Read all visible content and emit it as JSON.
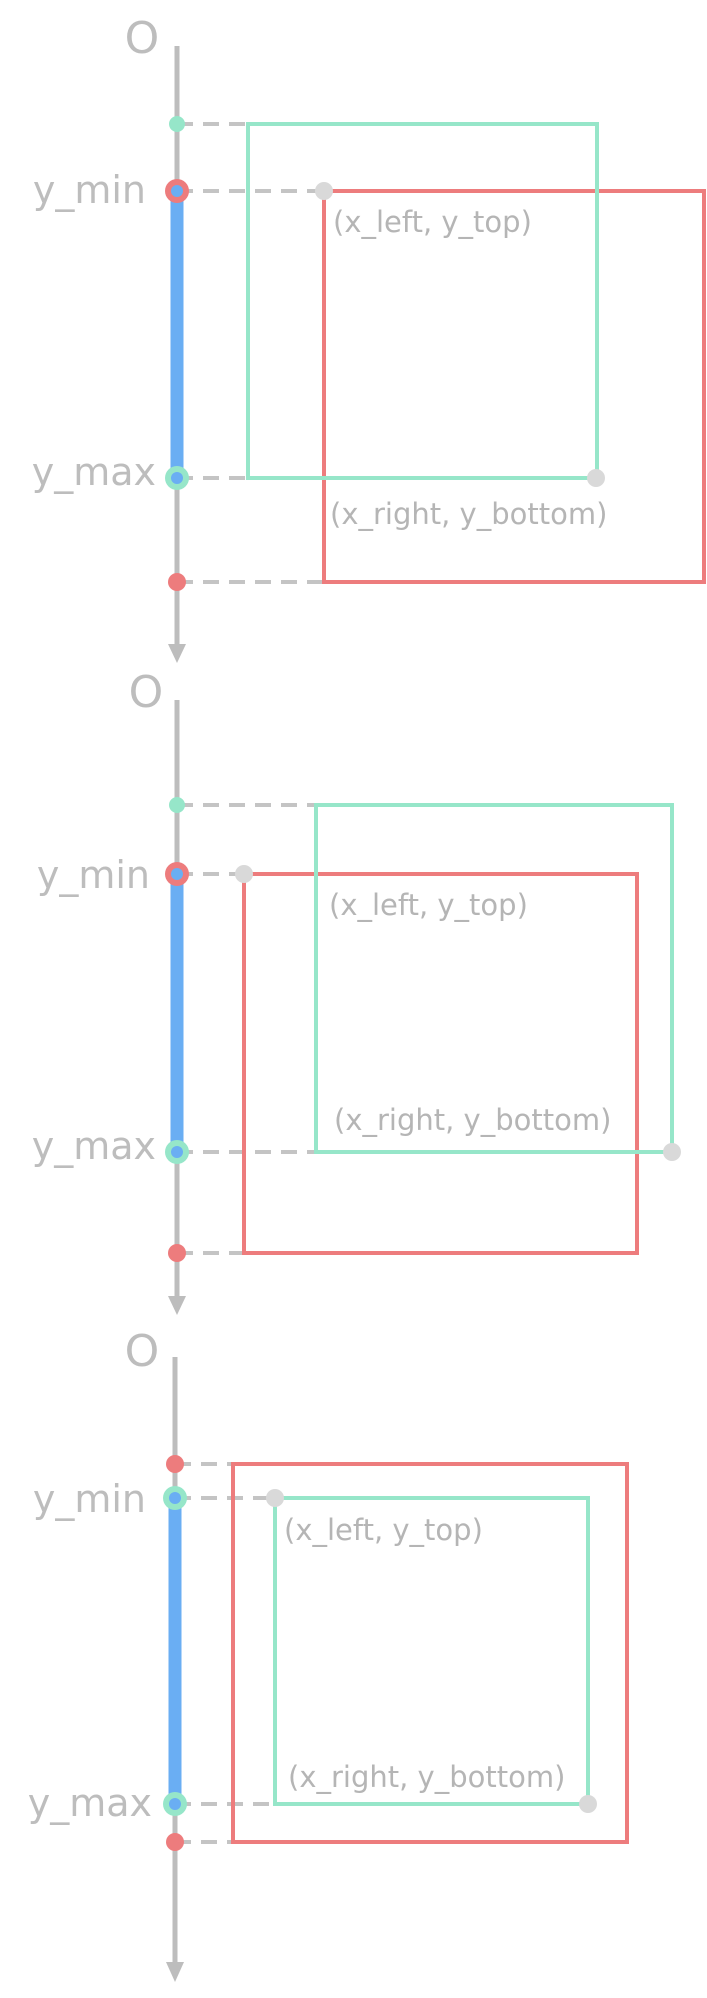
{
  "colors": {
    "axis": "#bdbdbd",
    "guide": "#c4c4c4",
    "range": "#6aaef3",
    "red_box": "#ed7c7d",
    "green_box": "#96e6c9",
    "corner_point": "#d9d9d9",
    "label": "#b5b5b5"
  },
  "panels": [
    {
      "origin_label": "O",
      "y_min_label": "y_min",
      "y_max_label": "y_max",
      "top_left_label": "(x_left, y_top)",
      "bottom_right_label": "(x_right, y_bottom)",
      "axis_points": [
        {
          "box": "green",
          "edge": "top"
        },
        {
          "box": "red",
          "edge": "top"
        },
        {
          "box": "green",
          "edge": "bottom"
        },
        {
          "box": "red",
          "edge": "bottom"
        }
      ],
      "highlighted_range": [
        "y_min",
        "y_max"
      ]
    },
    {
      "origin_label": "O",
      "y_min_label": "y_min",
      "y_max_label": "y_max",
      "top_left_label": "(x_left, y_top)",
      "bottom_right_label": "(x_right, y_bottom)",
      "axis_points": [
        {
          "box": "green",
          "edge": "top"
        },
        {
          "box": "red",
          "edge": "top"
        },
        {
          "box": "green",
          "edge": "bottom"
        },
        {
          "box": "red",
          "edge": "bottom"
        }
      ],
      "highlighted_range": [
        "y_min",
        "y_max"
      ]
    },
    {
      "origin_label": "O",
      "y_min_label": "y_min",
      "y_max_label": "y_max",
      "top_left_label": "(x_left, y_top)",
      "bottom_right_label": "(x_right, y_bottom)",
      "axis_points": [
        {
          "box": "red",
          "edge": "top"
        },
        {
          "box": "green",
          "edge": "top"
        },
        {
          "box": "green",
          "edge": "bottom"
        },
        {
          "box": "red",
          "edge": "bottom"
        }
      ],
      "highlighted_range": [
        "y_min",
        "y_max"
      ]
    }
  ]
}
